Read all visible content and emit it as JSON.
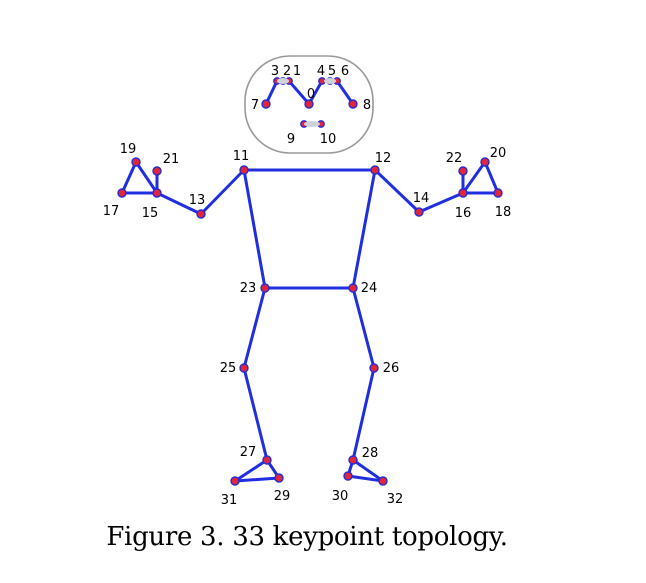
{
  "caption": "Figure 3. 33 keypoint topology.",
  "colors": {
    "edge": "#1f2fe0",
    "point_fill": "#e0263a",
    "point_stroke": "#2a2ad0",
    "head_outline": "#9a9a9a",
    "nose_eye_inner": "#cfd2db"
  },
  "keypoints": [
    {
      "id": 0,
      "label": "0"
    },
    {
      "id": 1,
      "label": "1"
    },
    {
      "id": 2,
      "label": "2"
    },
    {
      "id": 3,
      "label": "3"
    },
    {
      "id": 4,
      "label": "4"
    },
    {
      "id": 5,
      "label": "5"
    },
    {
      "id": 6,
      "label": "6"
    },
    {
      "id": 7,
      "label": "7"
    },
    {
      "id": 8,
      "label": "8"
    },
    {
      "id": 9,
      "label": "9"
    },
    {
      "id": 10,
      "label": "10"
    },
    {
      "id": 11,
      "label": "11"
    },
    {
      "id": 12,
      "label": "12"
    },
    {
      "id": 13,
      "label": "13"
    },
    {
      "id": 14,
      "label": "14"
    },
    {
      "id": 15,
      "label": "15"
    },
    {
      "id": 16,
      "label": "16"
    },
    {
      "id": 17,
      "label": "17"
    },
    {
      "id": 18,
      "label": "18"
    },
    {
      "id": 19,
      "label": "19"
    },
    {
      "id": 20,
      "label": "20"
    },
    {
      "id": 21,
      "label": "21"
    },
    {
      "id": 22,
      "label": "22"
    },
    {
      "id": 23,
      "label": "23"
    },
    {
      "id": 24,
      "label": "24"
    },
    {
      "id": 25,
      "label": "25"
    },
    {
      "id": 26,
      "label": "26"
    },
    {
      "id": 27,
      "label": "27"
    },
    {
      "id": 28,
      "label": "28"
    },
    {
      "id": 29,
      "label": "29"
    },
    {
      "id": 30,
      "label": "30"
    },
    {
      "id": 31,
      "label": "31"
    },
    {
      "id": 32,
      "label": "32"
    }
  ],
  "connections": [
    [
      0,
      1
    ],
    [
      1,
      2
    ],
    [
      2,
      3
    ],
    [
      3,
      7
    ],
    [
      0,
      4
    ],
    [
      4,
      5
    ],
    [
      5,
      6
    ],
    [
      6,
      8
    ],
    [
      9,
      10
    ],
    [
      11,
      12
    ],
    [
      11,
      23
    ],
    [
      12,
      24
    ],
    [
      23,
      24
    ],
    [
      11,
      13
    ],
    [
      13,
      15
    ],
    [
      15,
      17
    ],
    [
      15,
      19
    ],
    [
      17,
      19
    ],
    [
      15,
      21
    ],
    [
      12,
      14
    ],
    [
      14,
      16
    ],
    [
      16,
      18
    ],
    [
      16,
      20
    ],
    [
      18,
      20
    ],
    [
      16,
      22
    ],
    [
      23,
      25
    ],
    [
      25,
      27
    ],
    [
      27,
      29
    ],
    [
      27,
      31
    ],
    [
      29,
      31
    ],
    [
      24,
      26
    ],
    [
      26,
      28
    ],
    [
      28,
      30
    ],
    [
      28,
      32
    ],
    [
      30,
      32
    ]
  ]
}
